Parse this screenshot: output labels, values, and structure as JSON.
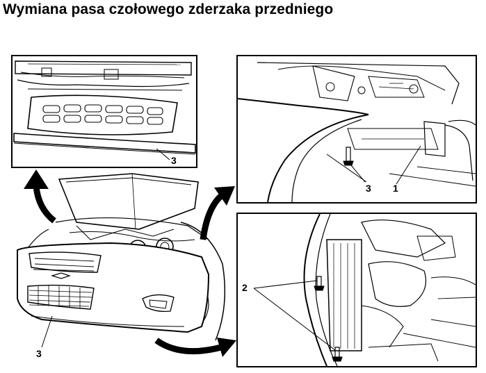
{
  "title": "Wymiana pasa czołowego zderzaka przedniego",
  "callouts": {
    "top_left_3": "3",
    "top_right_1": "1",
    "top_right_3": "3",
    "bottom_right_2": "2",
    "main_3": "3"
  }
}
